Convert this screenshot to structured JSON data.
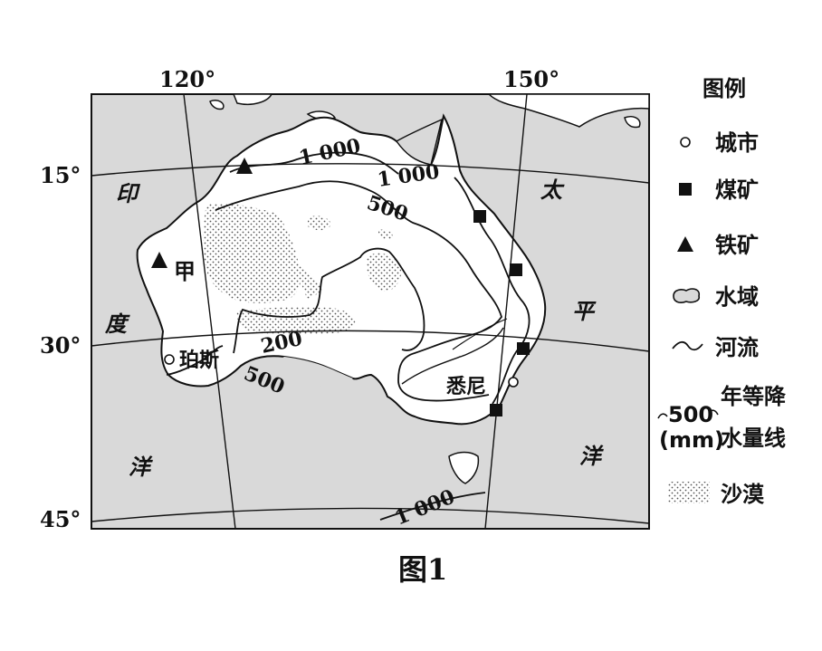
{
  "map": {
    "longitude_labels": [
      "120°",
      "150°"
    ],
    "latitude_labels": [
      "15°",
      "30°",
      "45°"
    ],
    "ocean_labels": {
      "indian": [
        "印",
        "度",
        "洋"
      ],
      "pacific": [
        "太",
        "平",
        "洋"
      ]
    },
    "places": {
      "jia": "甲",
      "perth": "珀斯",
      "sydney": "悉尼"
    },
    "isohyet_labels": [
      "1 000",
      "1 000",
      "500",
      "200",
      "500",
      "1 000"
    ],
    "caption": "图1"
  },
  "legend": {
    "title": "图例",
    "items": [
      {
        "icon": "city-icon",
        "label": "城市"
      },
      {
        "icon": "coal-mine-icon",
        "label": "煤矿"
      },
      {
        "icon": "iron-mine-icon",
        "label": "铁矿"
      },
      {
        "icon": "water-body-icon",
        "label": "水域"
      },
      {
        "icon": "river-icon",
        "label": "河流"
      },
      {
        "icon": "isohyet-icon",
        "label": "年等降",
        "label2": "水量线",
        "sample_value": "500",
        "unit": "(mm)"
      },
      {
        "icon": "desert-icon",
        "label": "沙漠"
      }
    ]
  },
  "colors": {
    "land": "#ffffff",
    "sea": "#d9d9d9",
    "line": "#111111"
  }
}
